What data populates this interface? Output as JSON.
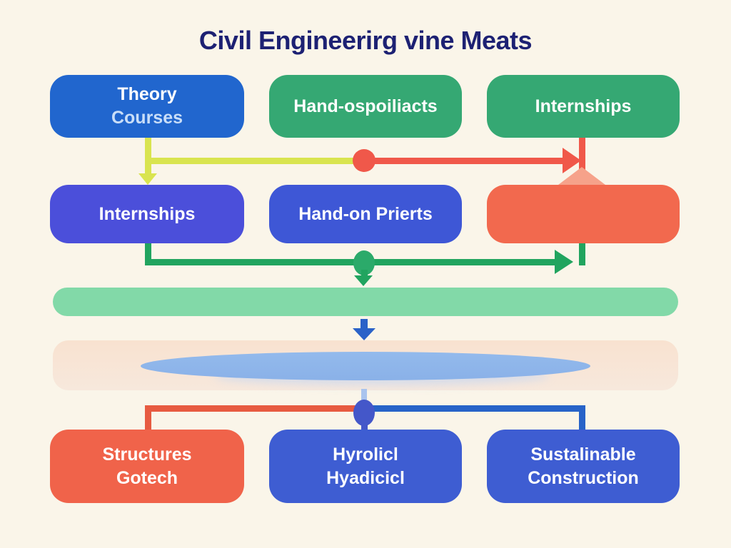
{
  "title": "Civil Engineerirg vine Meats",
  "boxes": {
    "row1": [
      {
        "line1": "Theory",
        "line2": "Courses"
      },
      {
        "line1": "Hand-ospoiliacts",
        "line2": ""
      },
      {
        "line1": "Internships",
        "line2": ""
      }
    ],
    "row2": [
      {
        "line1": "Internships",
        "line2": ""
      },
      {
        "line1": "Hand-on Prierts",
        "line2": ""
      },
      {
        "line1": "",
        "line2": ""
      }
    ],
    "row3": [
      {
        "line1": "Structures",
        "line2": "Gotech"
      },
      {
        "line1": "Hyrolicl",
        "line2": "Hyadicicl"
      },
      {
        "line1": "Sustalinable",
        "line2": "Construction"
      }
    ]
  },
  "colors": {
    "background": "#FAF5E9",
    "title_navy": "#1D2173",
    "box_blue": "#2166CE",
    "box_green": "#35A873",
    "box_indigo": "#4B4FDA",
    "box_royal_blue": "#3E57D6",
    "box_coral": "#F2694E",
    "box_coral_bottom": "#F0634A",
    "box_blue_bottom": "#3E5DD2",
    "connector_yellow_green": "#D9E44F",
    "connector_red": "#F0584A",
    "connector_green": "#21A45F",
    "connector_orange": "#E75B41",
    "connector_blue": "#2763C8",
    "mint_band": "#82D9A8",
    "peach_band": "#F8E2D0",
    "ellipse_blue": "#8FB7EB",
    "arrow_blue": "#2A62C8",
    "pink_triangle": "#F6A28A"
  }
}
